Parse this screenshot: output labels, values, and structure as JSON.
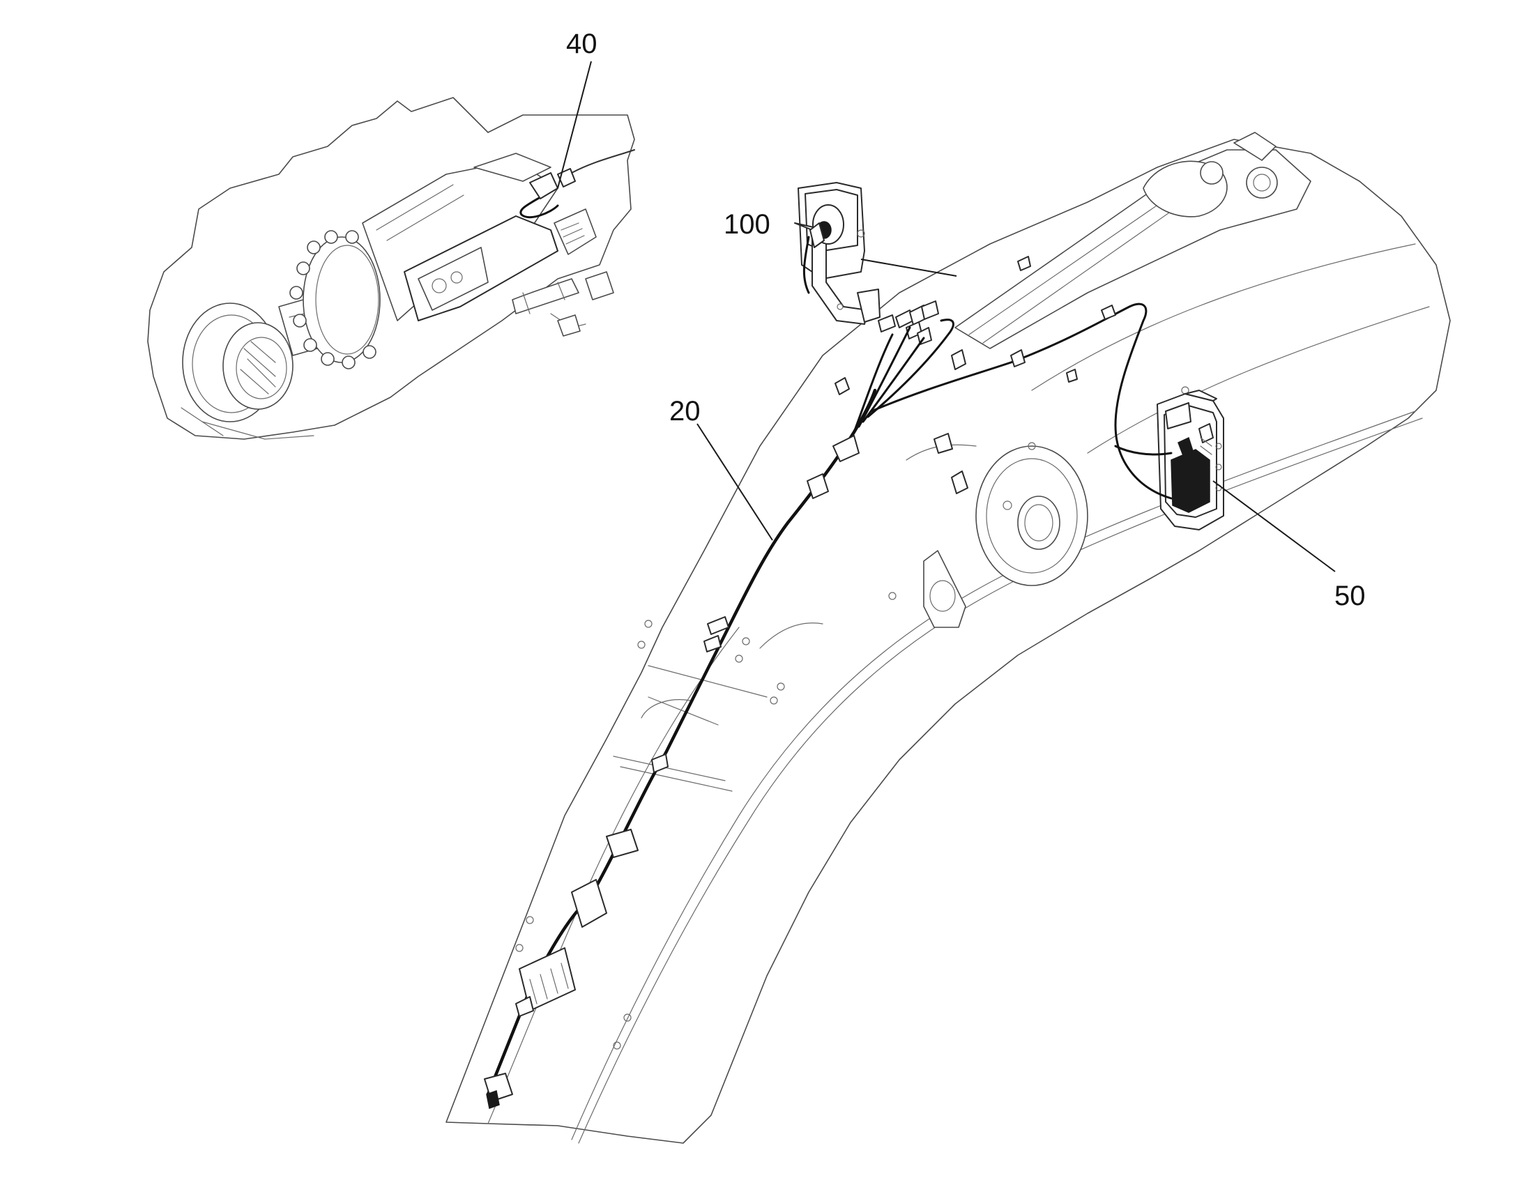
{
  "figure": {
    "reference_numerals": {
      "hydraulic_cylinder_sensor": "40",
      "bracket_unit": "100",
      "cable_harness": "20",
      "control_box": "50"
    }
  }
}
